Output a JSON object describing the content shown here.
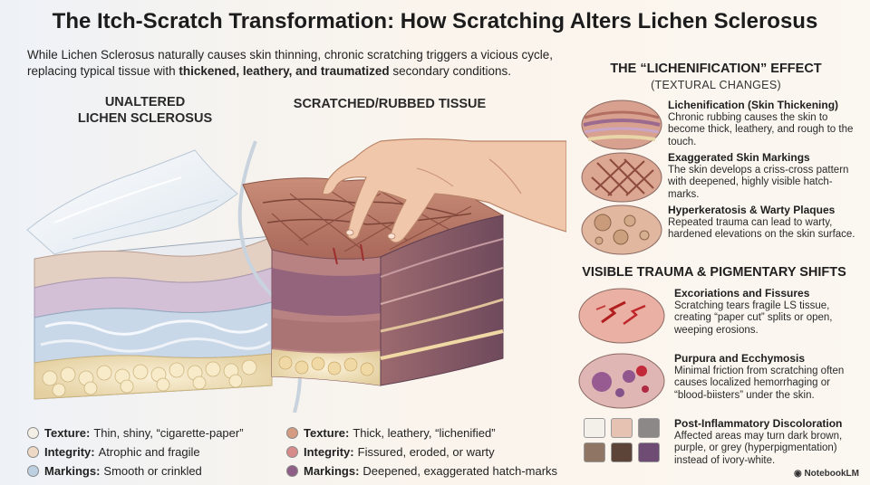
{
  "title": "The Itch-Scratch Transformation: How Scratching Alters Lichen Sclerosus",
  "intro": {
    "part1": "While Lichen Sclerosus naturally causes skin thinning, chronic scratching triggers a vicious cycle, replacing typical tissue with ",
    "bold": "thickened, leathery, and traumatized",
    "part2": " secondary conditions."
  },
  "left_column": {
    "heading_line1": "UNALTERED",
    "heading_line2": "LICHEN SCLEROSUS",
    "legend": [
      {
        "label": "Texture:",
        "text": "Thin, shiny, “cigarette-paper”",
        "color": "#f4efe4"
      },
      {
        "label": "Integrity:",
        "text": "Atrophic and fragile",
        "color": "#eed9c6"
      },
      {
        "label": "Markings:",
        "text": "Smooth or crinkled",
        "color": "#bcd0e2"
      }
    ]
  },
  "right_column": {
    "heading": "SCRATCHED/RUBBED TISSUE",
    "legend": [
      {
        "label": "Texture:",
        "text": "Thick, leathery, “lichenified”",
        "color": "#d59a82"
      },
      {
        "label": "Integrity:",
        "text": "Fissured, eroded, or warty",
        "color": "#d78a8a"
      },
      {
        "label": "Markings:",
        "text": "Deepened, exaggerated hatch-marks",
        "color": "#8e5f86"
      }
    ]
  },
  "sidebar": {
    "section1_heading": "THE “LICHENIFICATION” EFFECT",
    "section1_sub": "(TEXTURAL CHANGES)",
    "section1_items": [
      {
        "heading": "Lichenification (Skin Thickening)",
        "text": "Chronic rubbing causes the skin to become thick, leathery, and rough to the touch.",
        "icon": "layered-skin-icon"
      },
      {
        "heading": "Exaggerated Skin Markings",
        "text": "The skin develops a criss-cross pattern with deepened, highly visible hatch-marks.",
        "icon": "crosshatch-skin-icon"
      },
      {
        "heading": "Hyperkeratosis & Warty Plaques",
        "text": "Repeated trauma can lead to warty, hardened elevations on the skin surface.",
        "icon": "warty-plaque-icon"
      }
    ],
    "section2_heading": "VISIBLE TRAUMA & PIGMENTARY SHIFTS",
    "section2_items": [
      {
        "heading": "Excoriations and Fissures",
        "text": "Scratching tears fragile LS tissue, creating “paper cut” splits or open, weeping erosions.",
        "icon": "fissure-icon"
      },
      {
        "heading": "Purpura and Ecchymosis",
        "text": "Minimal friction from scratching often causes localized hemorrhaging or “blood-biisters” under the skin.",
        "icon": "purpura-icon"
      },
      {
        "heading": "Post-Inflammatory Discoloration",
        "text": "Affected areas may turn dark brown, purple, or grey (hyperpigmentation) instead of ivory-white.",
        "icon": "color-swatches-icon"
      }
    ],
    "swatch_colors": [
      "#f3f0ea",
      "#e6c2b3",
      "#8d8888",
      "#8f7563",
      "#5d4438",
      "#6f4c73"
    ]
  },
  "brand": "NotebookLM"
}
